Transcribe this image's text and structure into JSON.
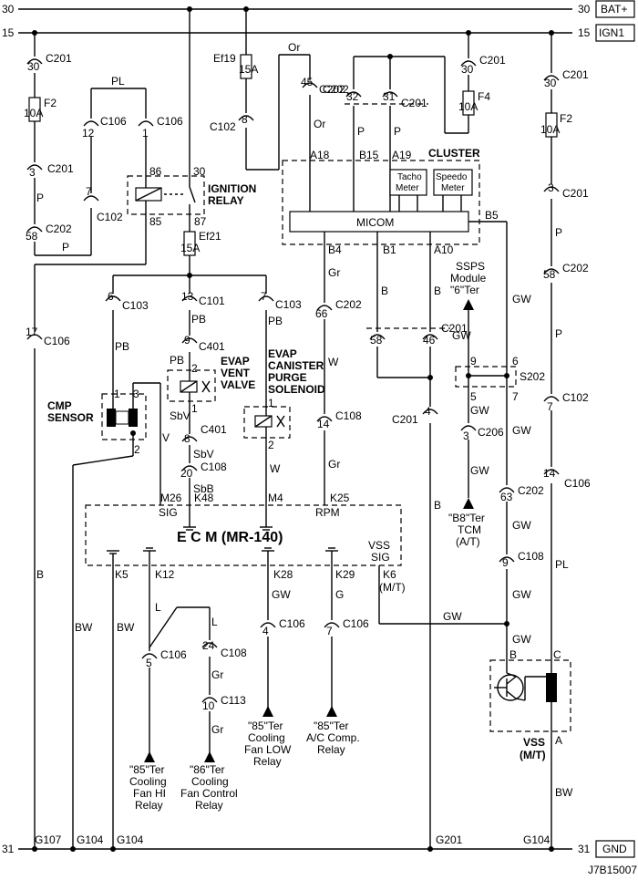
{
  "rails": {
    "bat_num": "30",
    "bat_label": "BAT+",
    "ign_num": "15",
    "ign_label": "IGN1",
    "gnd_num": "31",
    "gnd_label": "GND"
  },
  "connectors": {
    "c201": "C201",
    "c202": "C202",
    "c106": "C106",
    "c102": "C102",
    "c101": "C101",
    "c103": "C103",
    "c401": "C401",
    "c108": "C108",
    "c113": "C113",
    "c206": "C206",
    "s202": "S202"
  },
  "pins": {
    "p30": "30",
    "p3": "3",
    "p58": "58",
    "p12": "12",
    "p1": "1",
    "p7": "7",
    "p45": "45",
    "p8": "8",
    "p32": "32",
    "p31": "31",
    "p17": "17",
    "p6": "6",
    "p13": "13",
    "p66": "66",
    "p46": "46",
    "p9": "9",
    "p2": "2",
    "p20": "20",
    "p14": "14",
    "p4": "4",
    "p5": "5",
    "p63": "63",
    "p24": "24",
    "p10": "10",
    "p86": "86",
    "p85": "85",
    "p87": "87"
  },
  "fuses": {
    "f2": "F2",
    "f2_amp": "10A",
    "ef19": "Ef19",
    "ef19_amp": "15A",
    "f4": "F4",
    "f4_amp": "10A",
    "ef21": "Ef21",
    "ef21_amp": "15A"
  },
  "wires": {
    "P": "P",
    "PL": "PL",
    "Or": "Or",
    "PB": "PB",
    "Gr": "Gr",
    "B": "B",
    "W": "W",
    "GW": "GW",
    "SbV": "SbV",
    "SbB": "SbB",
    "V": "V",
    "L": "L",
    "G": "G",
    "BW": "BW"
  },
  "components": {
    "ignition_relay": "IGNITION RELAY",
    "ignition_relay_l1": "IGNITION",
    "ignition_relay_l2": "RELAY",
    "cluster": "CLUSTER",
    "micom": "MICOM",
    "tacho1": "Tacho",
    "tacho2": "Meter",
    "speedo1": "Speedo",
    "speedo2": "Meter",
    "evap_vent_l1": "EVAP",
    "evap_vent_l2": "VENT",
    "evap_vent_l3": "VALVE",
    "evap_purge_l1": "EVAP",
    "evap_purge_l2": "CANISTER",
    "evap_purge_l3": "PURGE",
    "evap_purge_l4": "SOLENOID",
    "cmp_l1": "CMP",
    "cmp_l2": "SENSOR",
    "ecm": "E C M (MR-140)",
    "vss_l1": "VSS",
    "vss_l2": "(M/T)",
    "ssps_l1": "SSPS",
    "ssps_l2": "Module",
    "ssps_l3": "\"6\"Ter",
    "tcm_l1": "\"B8\"Ter",
    "tcm_l2": "TCM",
    "tcm_l3": "(A/T)"
  },
  "terminals": {
    "a18": "A18",
    "b15": "B15",
    "a19": "A19",
    "b5": "B5",
    "b4": "B4",
    "b1": "B1",
    "a10": "A10",
    "m26": "M26",
    "k48": "K48",
    "m4": "M4",
    "k25": "K25",
    "k5": "K5",
    "k12": "K12",
    "k28": "K28",
    "k29": "K29",
    "k6": "K6",
    "mt": "(M/T)",
    "sig": "SIG",
    "rpm": "RPM",
    "vss": "VSS",
    "sig2": "SIG",
    "t_a": "A",
    "t_b": "B",
    "t_c": "C"
  },
  "relays_out": {
    "hi_l1": "\"85\"Ter",
    "hi_l2": "Cooling",
    "hi_l3": "Fan HI",
    "hi_l4": "Relay",
    "ctl_l1": "\"86\"Ter",
    "ctl_l2": "Cooling",
    "ctl_l3": "Fan Control",
    "ctl_l4": "Relay",
    "low_l1": "\"85\"Ter",
    "low_l2": "Cooling",
    "low_l3": "Fan LOW",
    "low_l4": "Relay",
    "ac_l1": "\"85\"Ter",
    "ac_l2": "A/C Comp.",
    "ac_l3": "Relay"
  },
  "grounds": {
    "g107": "G107",
    "g104": "G104",
    "g201": "G201"
  },
  "diagram_id": "J7B15007"
}
